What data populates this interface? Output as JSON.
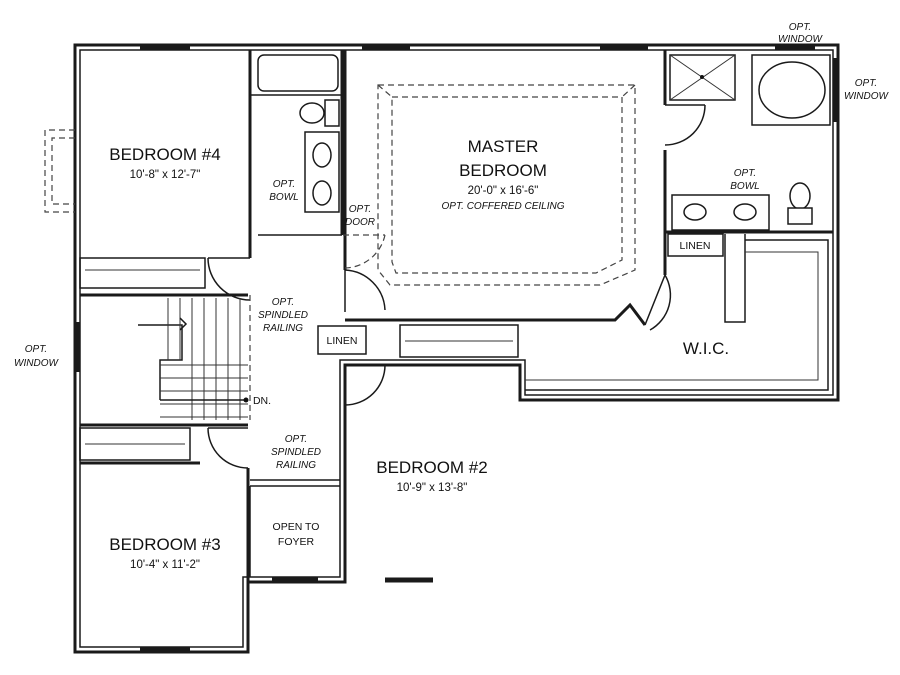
{
  "rooms": {
    "bedroom4": {
      "name": "BEDROOM #4",
      "dims": "10'-8\" x 12'-7\""
    },
    "master": {
      "name_line1": "MASTER",
      "name_line2": "BEDROOM",
      "dims": "20'-0\" x 16'-6\"",
      "note": "OPT. COFFERED CEILING"
    },
    "bedroom2": {
      "name": "BEDROOM #2",
      "dims": "10'-9\" x 13'-8\""
    },
    "bedroom3": {
      "name": "BEDROOM #3",
      "dims": "10'-4\" x 11'-2\""
    },
    "wic": {
      "name": "W.I.C."
    }
  },
  "labels": {
    "opt_window_top_1": "OPT.",
    "opt_window_top_2": "WINDOW",
    "opt_window_right_1": "OPT.",
    "opt_window_right_2": "WINDOW",
    "opt_window_left_1": "OPT.",
    "opt_window_left_2": "WINDOW",
    "opt_bowl_hall_1": "OPT.",
    "opt_bowl_hall_2": "BOWL",
    "opt_bowl_master_1": "OPT.",
    "opt_bowl_master_2": "BOWL",
    "opt_door_1": "OPT.",
    "opt_door_2": "DOOR",
    "railing_top_1": "OPT.",
    "railing_top_2": "SPINDLED",
    "railing_top_3": "RAILING",
    "railing_bottom_1": "OPT.",
    "railing_bottom_2": "SPINDLED",
    "railing_bottom_3": "RAILING",
    "linen_hall": "LINEN",
    "linen_master": "LINEN",
    "stairs_dn": "DN.",
    "open_foyer_1": "OPEN TO",
    "open_foyer_2": "FOYER"
  }
}
